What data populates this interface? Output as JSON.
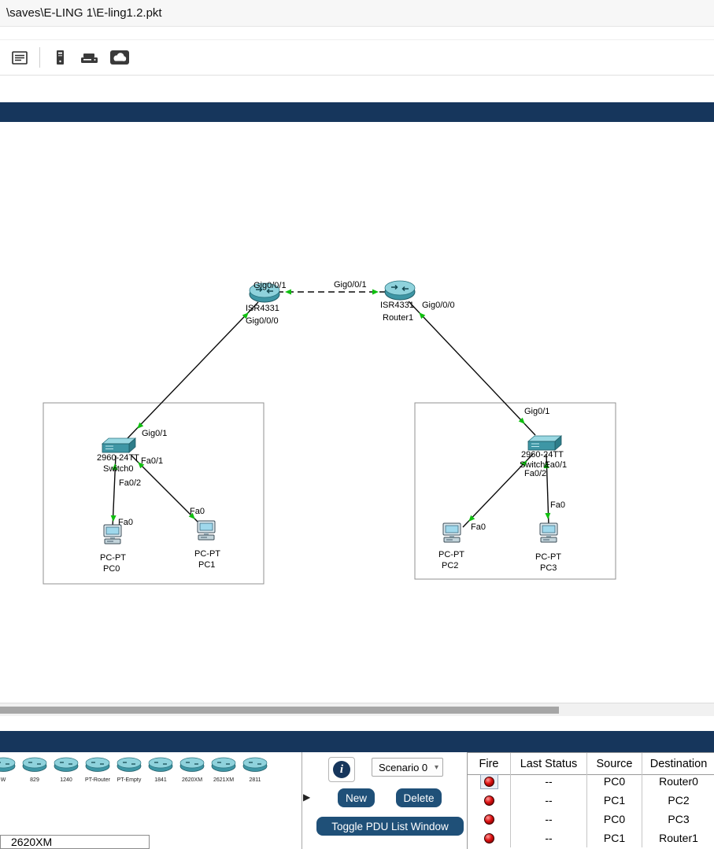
{
  "colors": {
    "navy_bar": "#16365c",
    "button_navy": "#1f5078",
    "link_status_green": "#0fbf0f",
    "fire_red": "#cc0000",
    "device_teal": "#3e96a5"
  },
  "title_bar": {
    "path": "\\saves\\E-LING 1\\E-ling1.2.pkt"
  },
  "toolbar": {
    "icons": [
      "notes-icon",
      "server-icon",
      "modem-icon",
      "cloud-icon"
    ]
  },
  "topology": {
    "labels": {
      "r0_link_port": "Gig0/0/1",
      "r1_link_port": "Gig0/0/1",
      "r0_model": "ISR4331",
      "r0_down_port": "Gig0/0/0",
      "r1_model": "ISR4331",
      "r1_down_port": "Gig0/0/0",
      "r1_name": "Router1",
      "sw0_up_port": "Gig0/1",
      "sw0_model": "2960-24TT",
      "sw0_name": "Switch0",
      "sw0_fa01": "Fa0/1",
      "sw0_fa02": "Fa0/2",
      "sw1_up_port": "Gig0/1",
      "sw1_model": "2960-24TT",
      "sw1_name": "Switch1",
      "sw1_fa01": "Fa0/1",
      "sw1_fa02": "Fa0/2",
      "pc0_port": "Fa0",
      "pc1_port": "Fa0",
      "pc2_port": "Fa0",
      "pc3_port": "Fa0",
      "pc0_model": "PC-PT",
      "pc0_name": "PC0",
      "pc1_model": "PC-PT",
      "pc1_name": "PC1",
      "pc2_model": "PC-PT",
      "pc2_name": "PC2",
      "pc3_model": "PC-PT",
      "pc3_name": "PC3"
    }
  },
  "palette": {
    "devices": [
      {
        "label": "W"
      },
      {
        "label": "829"
      },
      {
        "label": "1240"
      },
      {
        "label": "PT-Router"
      },
      {
        "label": "PT-Empty"
      },
      {
        "label": "1841"
      },
      {
        "label": "2620XM"
      },
      {
        "label": "2621XM"
      },
      {
        "label": "2811"
      }
    ],
    "selected_device_label": "2620XM",
    "scroll_arrow": "▶"
  },
  "scenario": {
    "info_icon": "i",
    "selected": "Scenario 0",
    "chevron": "▾",
    "new_label": "New",
    "delete_label": "Delete",
    "toggle_label": "Toggle PDU List Window"
  },
  "pdu": {
    "headers": [
      "Fire",
      "Last Status",
      "Source",
      "Destination"
    ],
    "rows": [
      {
        "status": "--",
        "source": "PC0",
        "destination": "Router0"
      },
      {
        "status": "--",
        "source": "PC1",
        "destination": "PC2"
      },
      {
        "status": "--",
        "source": "PC0",
        "destination": "PC3"
      },
      {
        "status": "--",
        "source": "PC1",
        "destination": "Router1"
      }
    ]
  }
}
